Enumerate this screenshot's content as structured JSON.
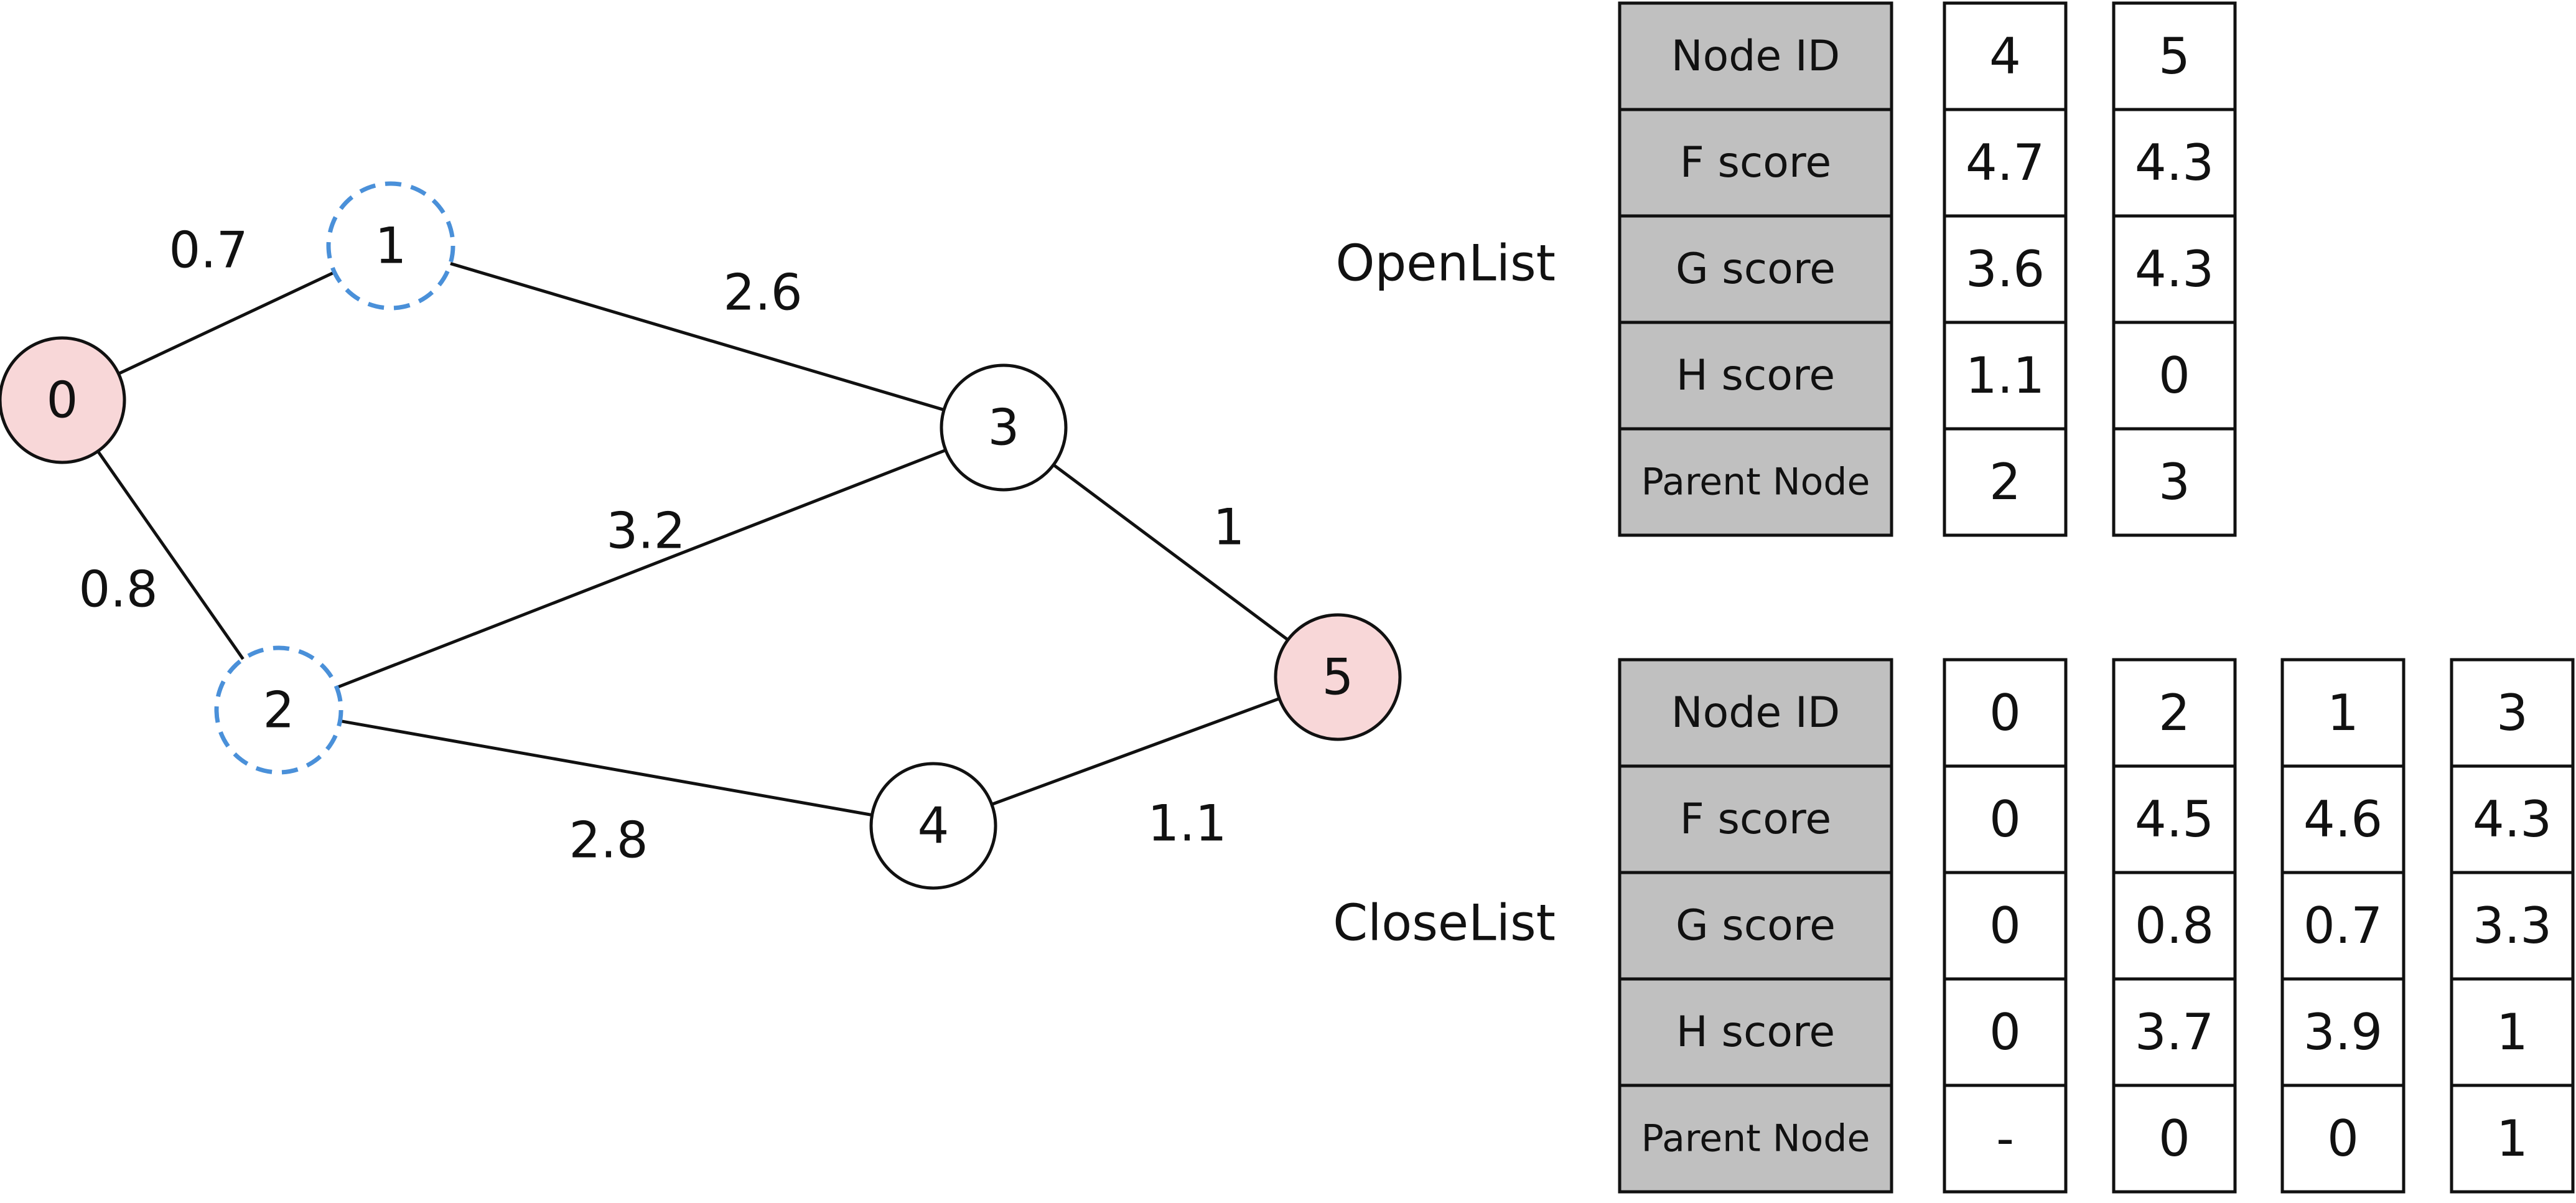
{
  "graph": {
    "nodes": [
      {
        "id": "0",
        "style": "highlight"
      },
      {
        "id": "1",
        "style": "dashed"
      },
      {
        "id": "2",
        "style": "dashed"
      },
      {
        "id": "3",
        "style": "normal"
      },
      {
        "id": "4",
        "style": "normal"
      },
      {
        "id": "5",
        "style": "highlight"
      }
    ],
    "edges": [
      {
        "from": "0",
        "to": "1",
        "weight": "0.7"
      },
      {
        "from": "0",
        "to": "2",
        "weight": "0.8"
      },
      {
        "from": "1",
        "to": "3",
        "weight": "2.6"
      },
      {
        "from": "2",
        "to": "3",
        "weight": "3.2"
      },
      {
        "from": "2",
        "to": "4",
        "weight": "2.8"
      },
      {
        "from": "3",
        "to": "5",
        "weight": "1"
      },
      {
        "from": "4",
        "to": "5",
        "weight": "1.1"
      }
    ]
  },
  "row_headers": [
    "Node ID",
    "F score",
    "G score",
    "H score",
    "Parent Node"
  ],
  "open_list": {
    "label": "OpenList",
    "columns": [
      [
        "4",
        "4.7",
        "3.6",
        "1.1",
        "2"
      ],
      [
        "5",
        "4.3",
        "4.3",
        "0",
        "3"
      ]
    ]
  },
  "close_list": {
    "label": "CloseList",
    "columns": [
      [
        "0",
        "0",
        "0",
        "0",
        "-"
      ],
      [
        "2",
        "4.5",
        "0.8",
        "3.7",
        "0"
      ],
      [
        "1",
        "4.6",
        "0.7",
        "3.9",
        "0"
      ],
      [
        "3",
        "4.3",
        "3.3",
        "1",
        "1"
      ]
    ]
  },
  "colors": {
    "highlight_fill": "#f8d7d8",
    "dashed_stroke": "#4a90d9",
    "header_fill": "#c0c0c0",
    "line": "#111111"
  }
}
